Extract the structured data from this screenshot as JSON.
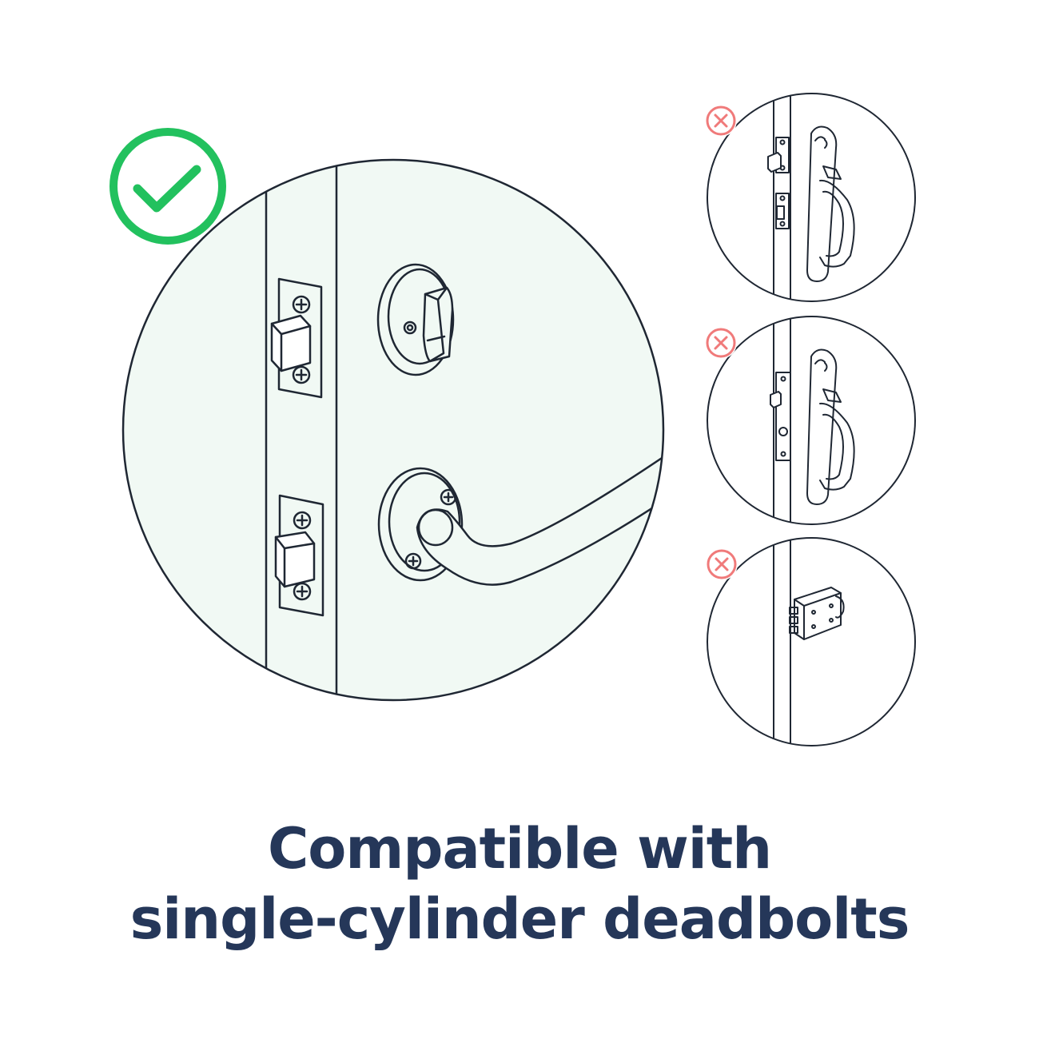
{
  "caption": {
    "line1": "Compatible with",
    "line2": "single-cylinder deadbolts"
  },
  "colors": {
    "text": "#253759",
    "line": "#1f2733",
    "compatible_fill": "#f1f9f4",
    "check": "#22c15e",
    "cross": "#f07a7a"
  },
  "panels": {
    "compatible": {
      "icon": "check-circle-icon",
      "depicts": "single-cylinder-deadbolt-and-lever"
    },
    "incompatible": [
      {
        "icon": "x-circle-icon",
        "depicts": "handle-set-with-deadbolt"
      },
      {
        "icon": "x-circle-icon",
        "depicts": "mortise-handle-set"
      },
      {
        "icon": "x-circle-icon",
        "depicts": "rim-lock"
      }
    ]
  }
}
